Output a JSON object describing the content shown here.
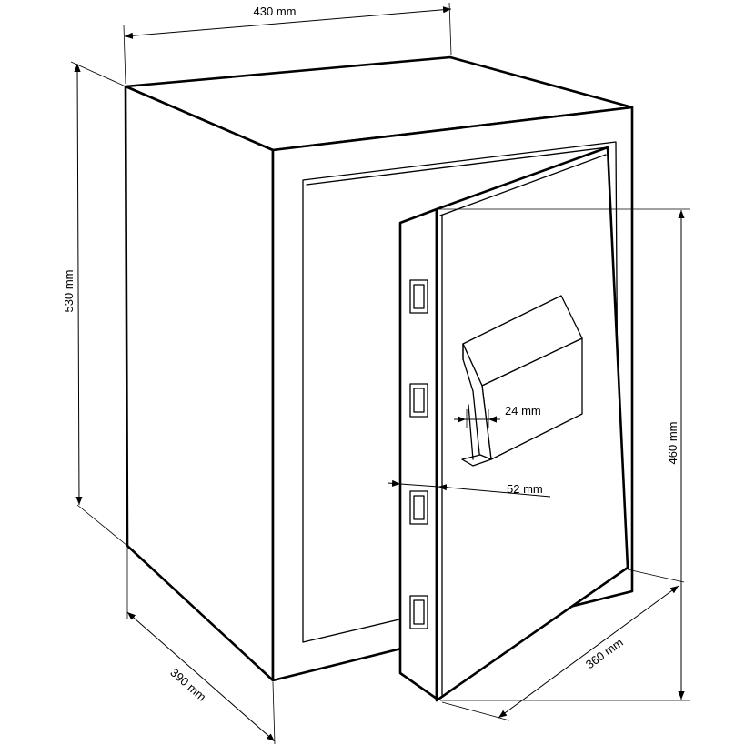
{
  "dimensions": {
    "width": "430 mm",
    "height": "530 mm",
    "depth": "390 mm",
    "door_height": "460 mm",
    "door_width": "360 mm",
    "handle_width": "24 mm",
    "door_thickness": "52 mm"
  },
  "colors": {
    "line": "#000000",
    "background": "#ffffff"
  }
}
